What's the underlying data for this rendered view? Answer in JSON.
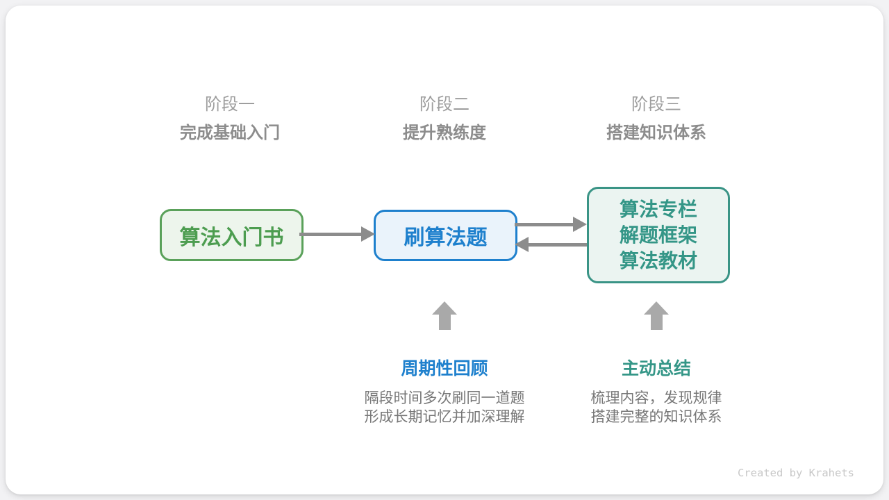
{
  "canvas": {
    "background": "#f2f2f4",
    "card_background": "#ffffff"
  },
  "stages": [
    {
      "label": "阶段一",
      "title": "完成基础入门"
    },
    {
      "label": "阶段二",
      "title": "提升熟练度"
    },
    {
      "label": "阶段三",
      "title": "搭建知识体系"
    }
  ],
  "nodes": [
    {
      "lines": [
        "算法入门书"
      ],
      "text_color": "#4d9d50",
      "border_color": "#5aa15a",
      "bg_color": "#edf5ec"
    },
    {
      "lines": [
        "刷算法题"
      ],
      "text_color": "#1e80cd",
      "border_color": "#1e80cd",
      "bg_color": "#eaf3fb"
    },
    {
      "lines": [
        "算法专栏",
        "解题框架",
        "算法教材"
      ],
      "text_color": "#349687",
      "border_color": "#3a9486",
      "bg_color": "#ebf4f1"
    }
  ],
  "arrows": {
    "horizontal_color": "#8c8c8c",
    "up_color": "#a9a9a9"
  },
  "annotations": [
    {
      "title": "周期性回顾",
      "title_color": "#1e80cd",
      "lines": [
        "隔段时间多次刷同一道题",
        "形成长期记忆并加深理解"
      ]
    },
    {
      "title": "主动总结",
      "title_color": "#349687",
      "lines": [
        "梳理内容，发现规律",
        "搭建完整的知识体系"
      ]
    }
  ],
  "footer": {
    "credit": "Created by Krahets"
  }
}
